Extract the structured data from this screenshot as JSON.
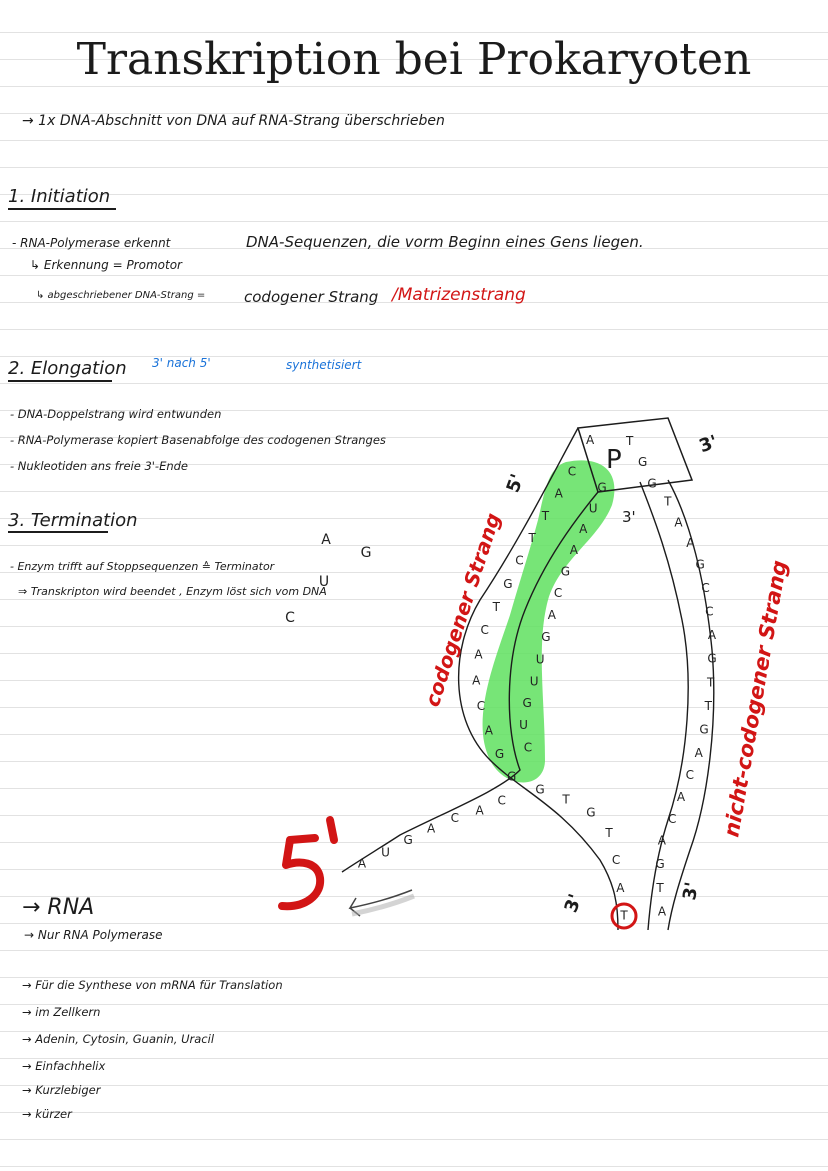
{
  "title": "Transkription bei Prokaryoten",
  "intro": "→ 1x DNA-Abschnitt von DNA auf RNA-Strang überschrieben",
  "sections": {
    "initiation": {
      "heading": "1. Initiation",
      "line1": "- RNA-Polymerase erkennt",
      "line1b": "DNA-Sequenzen, die vorm Beginn eines Gens liegen.",
      "line2": "↳ Erkennung = Promotor",
      "line3": "↳ abgeschriebener DNA-Strang =",
      "line3b": "codogener Strang",
      "line3c": "/Matrizenstrang"
    },
    "elongation": {
      "heading": "2. Elongation",
      "note1": "3' nach 5'",
      "note2": "synthetisiert",
      "bullets": [
        "- DNA-Doppelstrang wird entwunden",
        "- RNA-Polymerase kopiert Basenabfolge des codogenen Stranges",
        "- Nukleotiden ans freie 3'-Ende"
      ]
    },
    "termination": {
      "heading": "3. Termination",
      "line1": "- Enzym trifft auf Stoppsequenzen ≙ Terminator",
      "line2": "⇒ Transkripton wird beendet , Enzym löst sich vom DNA",
      "loose_letters": [
        "A",
        "G",
        "U",
        "C"
      ]
    }
  },
  "rna_notes": {
    "heading": "→ RNA",
    "subheading": "→ Nur RNA Polymerase",
    "bullets": [
      "→ Für die Synthese von mRNA für Translation",
      "→ im Zellkern",
      "→ Adenin, Cytosin, Guanin, Uracil",
      "→ Einfachhelix",
      "→ Kurzlebiger",
      "→ kürzer"
    ]
  },
  "figure": {
    "label_codogen": "codogener Strang",
    "label_nicht": "nicht-codogener Strang",
    "polymerase_label": "P",
    "label_5_left": "5'",
    "label_3_inner": "3'",
    "label_5_top": "5'",
    "label_3_top": "3'",
    "label_3_bottom_left": "3'",
    "label_3_bottom_right": "3'",
    "box_letters": [
      "A",
      "T",
      "G"
    ],
    "codogen_strand": [
      "C",
      "A",
      "T",
      "T",
      "C",
      "G",
      "T",
      "C",
      "A",
      "A",
      "C",
      "A",
      "G",
      "G",
      "C",
      "A",
      "C",
      "A",
      "G",
      "U",
      "A"
    ],
    "rna_strand": [
      "G",
      "U",
      "A",
      "A",
      "G",
      "C",
      "A",
      "G",
      "U",
      "U",
      "G",
      "U",
      "C"
    ],
    "right_strand": [
      "G",
      "T",
      "A",
      "A",
      "G",
      "C",
      "C",
      "A",
      "G",
      "T",
      "T",
      "G",
      "A",
      "C",
      "A",
      "C",
      "A",
      "G",
      "T",
      "A"
    ],
    "bottom_left_strand": [
      "G",
      "T",
      "G",
      "T",
      "C",
      "A",
      "T"
    ],
    "colors": {
      "highlight": "#5fe05f",
      "red": "#d21515",
      "blue": "#1a73d9",
      "ink": "#1c1c1c"
    }
  }
}
